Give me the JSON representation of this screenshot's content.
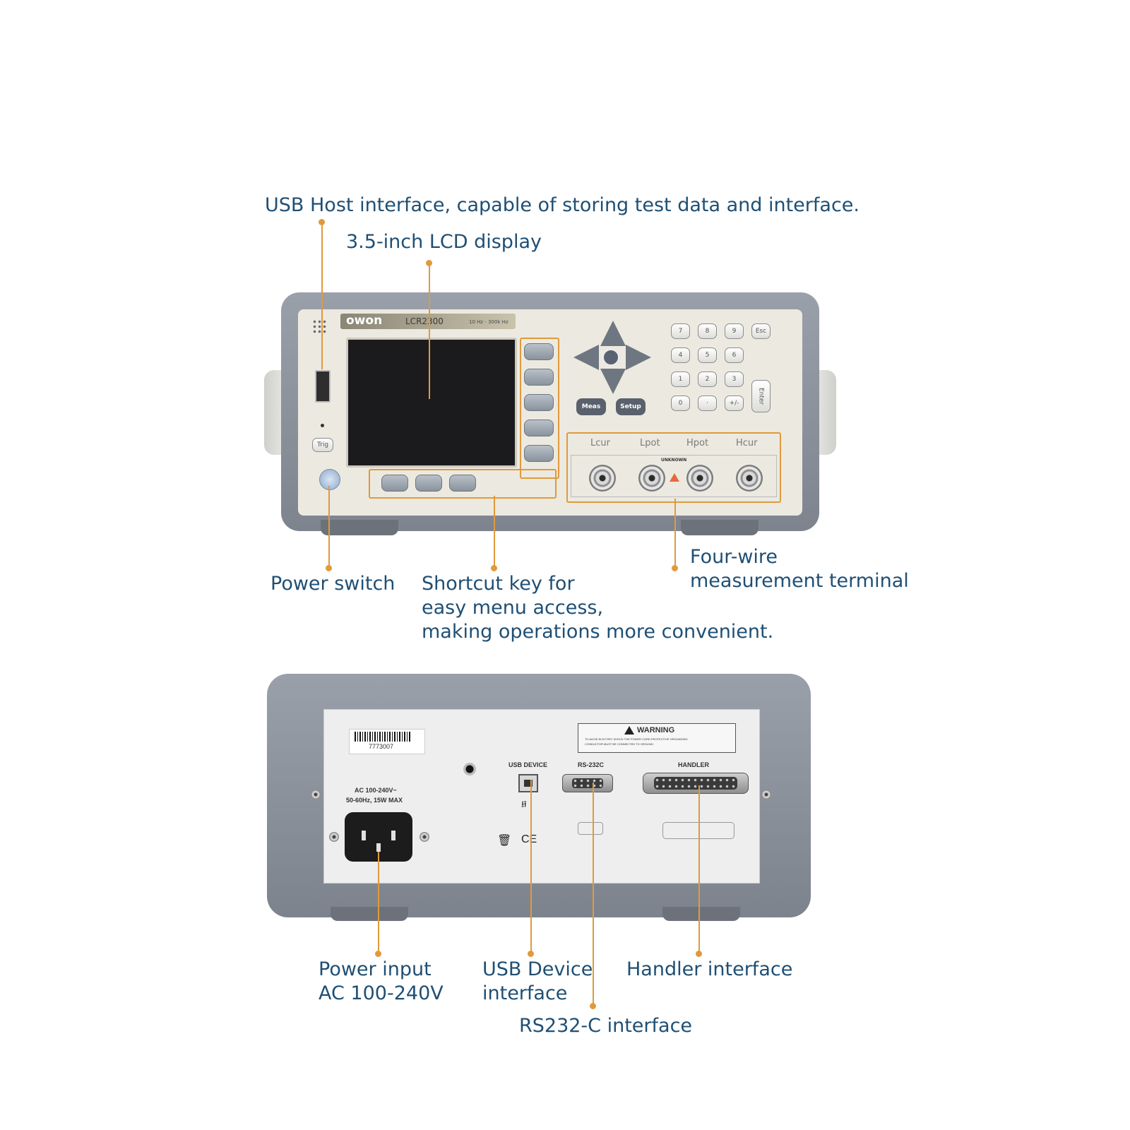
{
  "colors": {
    "label_text": "#1f4f74",
    "leader": "#e09a3c",
    "housing": "#868c96",
    "panel": "#ece9e0"
  },
  "front": {
    "brand": "owon",
    "model": "LCR2300",
    "freq_range": "10 Hz - 300k Hz",
    "trig_label": "Trig",
    "meas_label": "Meas",
    "setup_label": "Setup",
    "enter_label": "Enter",
    "esc_label": "Esc",
    "keypad": [
      "7",
      "8",
      "9",
      "4",
      "5",
      "6",
      "1",
      "2",
      "3",
      "0",
      "·",
      "+/-"
    ],
    "terminals": [
      "Lcur",
      "Lpot",
      "Hpot",
      "Hcur"
    ],
    "unknown_label": "UNKNOWN"
  },
  "rear": {
    "serial": "7773007",
    "power_rating": [
      "AC 100-240V~",
      "50-60Hz, 15W MAX"
    ],
    "warning_title": "WARNING",
    "warning_lines": [
      "TO AVOID ELECTRIC SHOCK THE POWER CORD PROTECTIVE GROUNDING",
      "CONDUCTOR MUST BE CONNECTED TO GROUND."
    ],
    "usb_device_label": "USB DEVICE",
    "rs232_label": "RS-232C",
    "handler_label": "HANDLER",
    "marks": [
      "CE"
    ]
  },
  "callouts": {
    "usb_host": "USB Host interface, capable of storing test data and interface.",
    "lcd": "3.5-inch LCD display",
    "power_switch": "Power switch",
    "shortcut": [
      "Shortcut key for",
      "easy menu access,",
      "making operations more convenient."
    ],
    "four_wire": [
      "Four-wire",
      "measurement terminal"
    ],
    "power_input": [
      "Power input",
      "AC 100-240V"
    ],
    "usb_device": [
      "USB Device",
      "interface"
    ],
    "handler": "Handler interface",
    "rs232": "RS232-C interface"
  }
}
